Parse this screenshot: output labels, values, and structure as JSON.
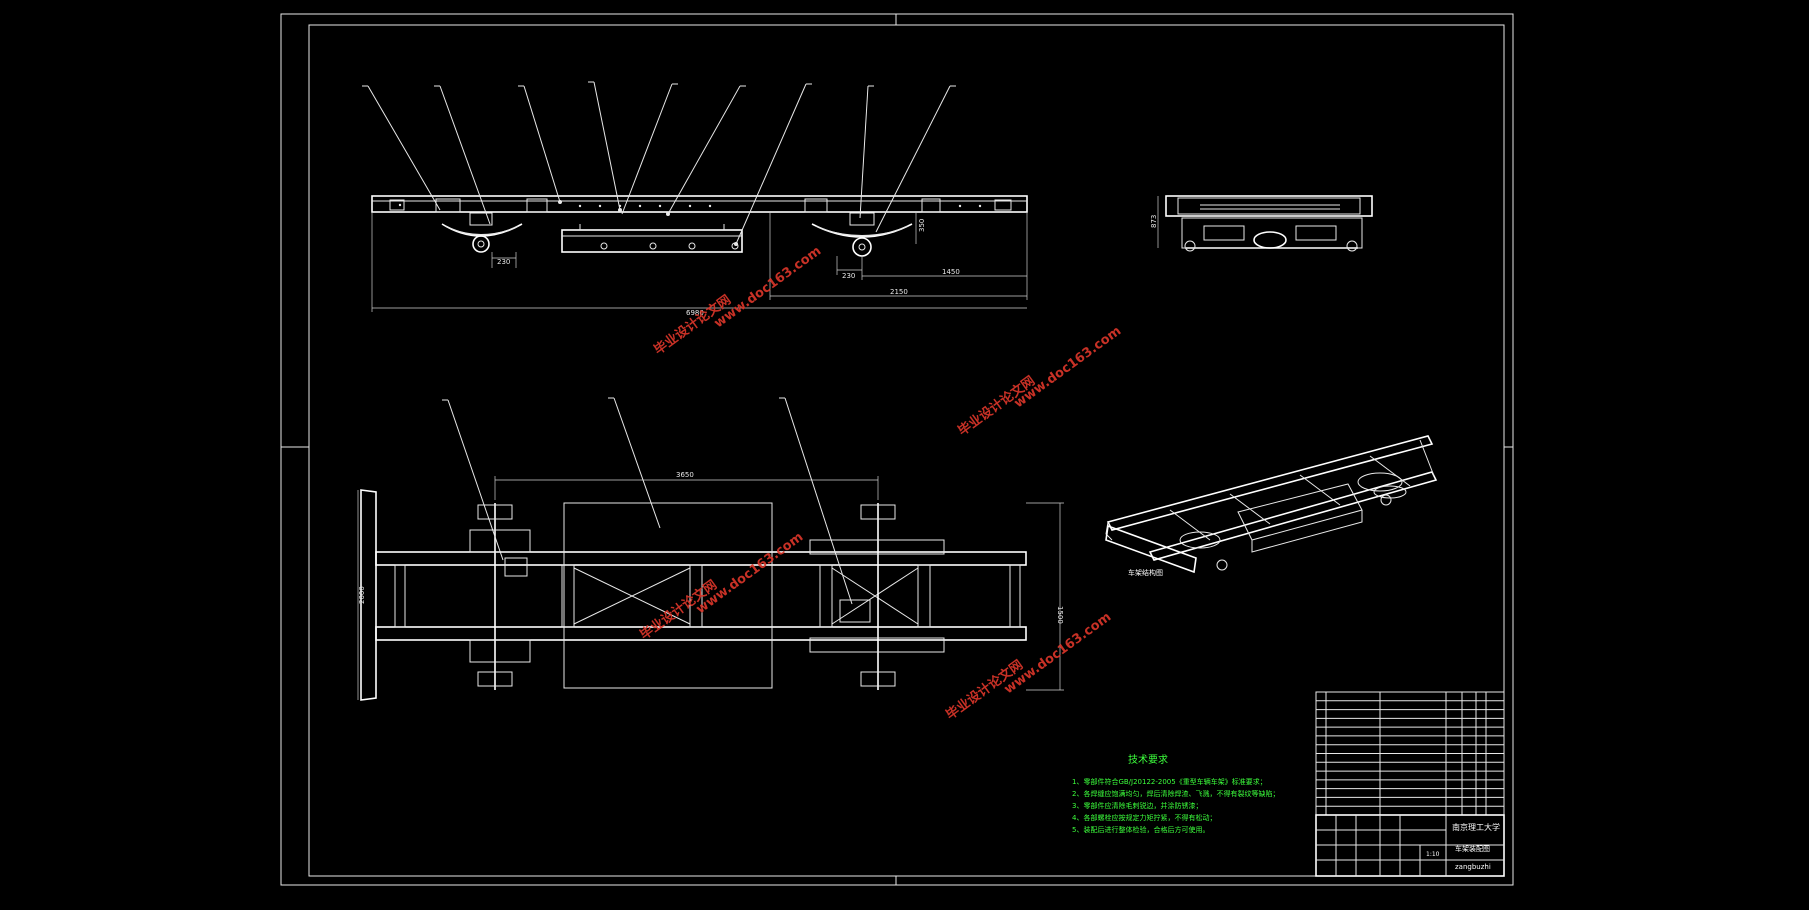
{
  "colors": {
    "background": "#000000",
    "line": "#e8e8e8",
    "notes_text": "#3cff3c",
    "watermark": "#d9362a"
  },
  "dimensions": {
    "side_view": [
      "230",
      "230",
      "1450",
      "2150",
      "6980",
      "350"
    ],
    "end_view": [
      "873"
    ],
    "plan_view": [
      "3650",
      "2000",
      "1500"
    ]
  },
  "labels": {
    "oblique_view_caption": "车架结构图"
  },
  "tech_notes": {
    "title": "技术要求",
    "items": [
      "1、零部件符合GB/J20122-2005《重型车辆车架》标准要求；",
      "2、各焊缝应饱满均匀，焊后清除焊渣、飞溅，不得有裂纹等缺陷；",
      "3、零部件应清除毛刺锐边，并涂防锈漆；",
      "4、各部螺栓应按规定力矩拧紧，不得有松动；",
      "5、装配后进行整体检验，合格后方可使用。"
    ]
  },
  "title_block": {
    "school": "南京理工大学",
    "drawing_name": "车架装配图",
    "designer": "zangbuzhi",
    "scale": "1:10"
  },
  "watermarks": [
    "毕业设计论文网",
    "www.doc163.com"
  ]
}
